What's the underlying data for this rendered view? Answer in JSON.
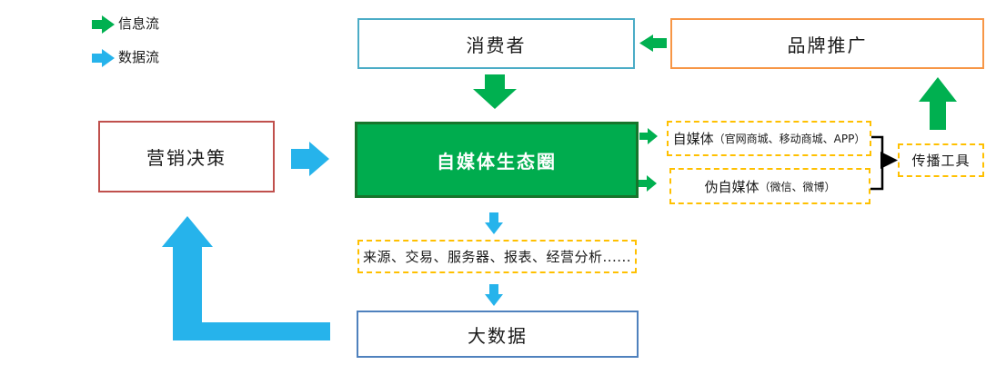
{
  "legend": {
    "info_flow": {
      "icon": "green-right-arrow",
      "label": "信息流"
    },
    "data_flow": {
      "icon": "blue-right-arrow",
      "label": "数据流"
    }
  },
  "nodes": {
    "consumer": {
      "label": "消费者"
    },
    "brand": {
      "label": "品牌推广"
    },
    "decision": {
      "label": "营销决策"
    },
    "ecosystem": {
      "label": "自媒体生态圈"
    },
    "self_media": {
      "label": "自媒体",
      "sub": "（官网商城、移动商城、APP）"
    },
    "pseudo_media": {
      "label": "伪自媒体",
      "sub": "（微信、微博）"
    },
    "tools": {
      "label": "传播工具"
    },
    "data_sources": {
      "label": "来源、交易、服务器、报表、经营分析......"
    },
    "big_data": {
      "label": "大数据"
    }
  },
  "flows": [
    {
      "from": "品牌推广",
      "to": "消费者",
      "type": "信息流"
    },
    {
      "from": "消费者",
      "to": "自媒体生态圈",
      "type": "信息流"
    },
    {
      "from": "营销决策",
      "to": "自媒体生态圈",
      "type": "数据流"
    },
    {
      "from": "自媒体生态圈",
      "to": "自媒体",
      "type": "信息流"
    },
    {
      "from": "自媒体生态圈",
      "to": "伪自媒体",
      "type": "信息流"
    },
    {
      "from": "传播工具",
      "to": "品牌推广",
      "type": "信息流"
    },
    {
      "from": "自媒体生态圈",
      "to": "来源、交易、服务器、报表、经营分析......",
      "type": "数据流"
    },
    {
      "from": "来源、交易、服务器、报表、经营分析......",
      "to": "大数据",
      "type": "数据流"
    },
    {
      "from": "大数据",
      "to": "营销决策",
      "type": "数据流"
    }
  ],
  "colors": {
    "green": "#00B050",
    "green_box_fill": "#00AC4E",
    "green_box_border": "#17752C",
    "blue": "#26B3EB",
    "consumer_border": "#4BACC6",
    "brand_border": "#F79646",
    "decision_border": "#C0504D",
    "bigdata_border": "#4F81BD",
    "dashed_border": "#FFC000",
    "bracket": "#000000"
  }
}
